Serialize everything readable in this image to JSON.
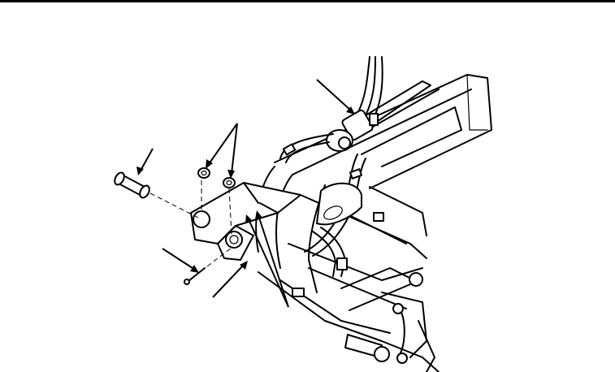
{
  "figure": {
    "theme": {
      "ink": "#000000",
      "paper": "#ffffff"
    },
    "parts": [
      "pin-icon",
      "washer-icon",
      "cotter-pin-icon",
      "boom-arm-icon",
      "hydraulic-hose-icon",
      "clamp-icon"
    ],
    "callouts": [
      "callout-pin",
      "callout-washers",
      "callout-cotter-pin",
      "callout-bracket",
      "callout-lug",
      "callout-hose-fitting"
    ]
  }
}
